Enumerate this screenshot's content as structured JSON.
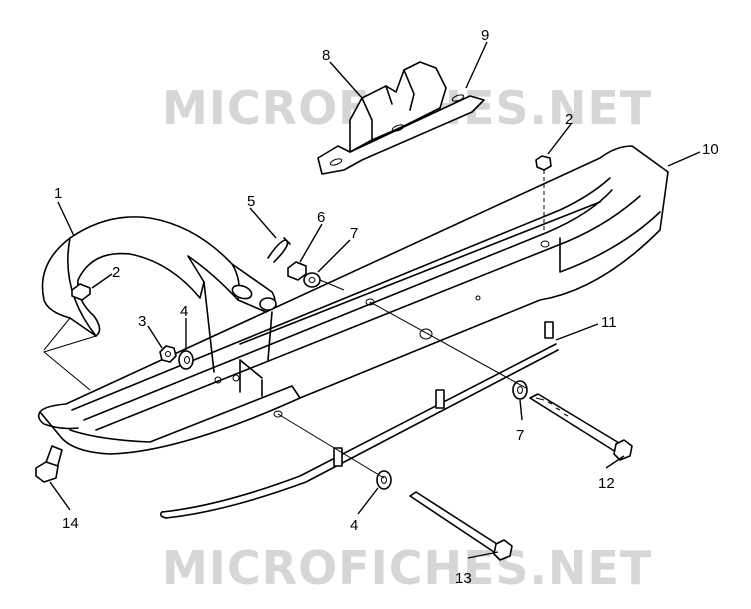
{
  "watermarks": {
    "top": "MICROFICHES.NET",
    "bottom": "MICROFICHES.NET"
  },
  "callouts": [
    {
      "id": "c1",
      "label": "1"
    },
    {
      "id": "c2a",
      "label": "2"
    },
    {
      "id": "c2b",
      "label": "2"
    },
    {
      "id": "c3",
      "label": "3"
    },
    {
      "id": "c4a",
      "label": "4"
    },
    {
      "id": "c4b",
      "label": "4"
    },
    {
      "id": "c5",
      "label": "5"
    },
    {
      "id": "c6",
      "label": "6"
    },
    {
      "id": "c7a",
      "label": "7"
    },
    {
      "id": "c7b",
      "label": "7"
    },
    {
      "id": "c8",
      "label": "8"
    },
    {
      "id": "c9",
      "label": "9"
    },
    {
      "id": "c10",
      "label": "10"
    },
    {
      "id": "c11",
      "label": "11"
    },
    {
      "id": "c12",
      "label": "12"
    },
    {
      "id": "c13",
      "label": "13"
    },
    {
      "id": "c14",
      "label": "14"
    }
  ]
}
